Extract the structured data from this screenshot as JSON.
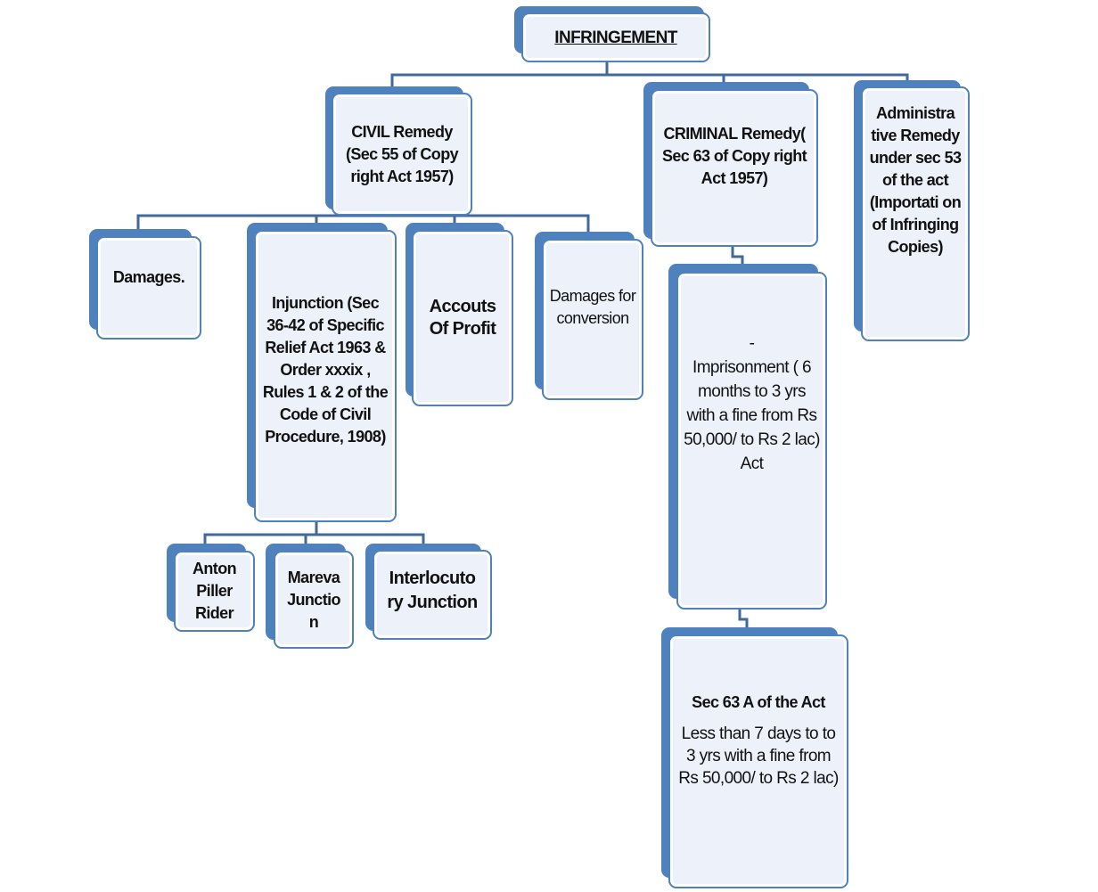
{
  "root": {
    "label": "INFRINGEMENT"
  },
  "civil": {
    "label": "CIVIL Remedy (Sec 55 of Copy right Act 1957)"
  },
  "criminal": {
    "label": "CRIMINAL Remedy( Sec 63 of Copy right Act 1957)"
  },
  "administrative": {
    "label": "Administra tive Remedy under sec 53 of the act (Importati on of Infringing Copies)"
  },
  "damages": {
    "label": "Damages."
  },
  "injunction": {
    "label": "Injunction (Sec 36-42 of Specific Relief Act 1963 & Order xxxix , Rules 1 & 2 of the Code of Civil Procedure, 1908)"
  },
  "accounts": {
    "label": "Accouts Of Profit"
  },
  "conversion": {
    "label": "Damages for conversion"
  },
  "imprisonment": {
    "dash": "-",
    "label": "Imprisonment ( 6 months to 3 yrs with a fine from Rs 50,000/ to Rs 2 lac) Act"
  },
  "anton": {
    "label": "Anton Piller Rider"
  },
  "mareva": {
    "label": "Mareva Junctio n"
  },
  "interlocutory": {
    "label": "Interlocuto ry Junction"
  },
  "sec63a": {
    "heading": "Sec 63 A of the Act",
    "label": "Less than 7 days to to 3 yrs with a fine from Rs 50,000/ to Rs 2 lac)"
  }
}
